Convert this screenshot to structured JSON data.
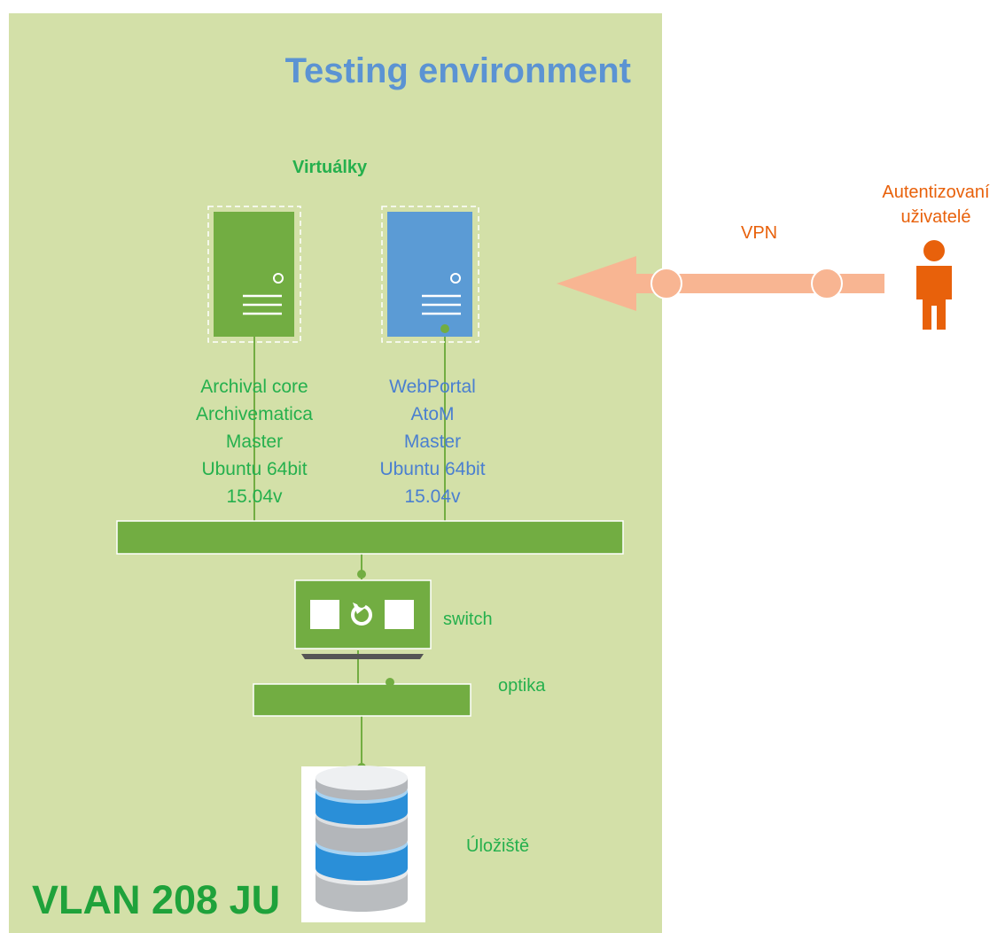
{
  "diagram": {
    "title": "Testing environment",
    "vlan_label": "VLAN 208 JU",
    "group_label": "Virtuálky",
    "servers": [
      {
        "lines": [
          "Archival core",
          "Archivematica",
          "Master",
          "Ubuntu 64bit",
          "15.04v"
        ],
        "color": "#72ad42"
      },
      {
        "lines": [
          "WebPortal",
          "AtoM",
          "Master",
          "Ubuntu 64bit",
          "15.04v"
        ],
        "color": "#5b9bd5"
      }
    ],
    "switch_label": "switch",
    "optic_label": "optika",
    "storage_label": "Úložiště",
    "vpn_label": "VPN",
    "users_label": [
      "Autentizovaní",
      "uživatelé"
    ],
    "colors": {
      "panel": "#d3e0a8",
      "green": "#72ad42",
      "blue": "#5b9bd5",
      "orange": "#e8610b",
      "peach": "#f8b592",
      "title": "#5b93d3"
    },
    "icons": [
      "server-icon",
      "switch-icon",
      "storage-icon",
      "user-icon",
      "vpn-tunnel-icon"
    ]
  }
}
